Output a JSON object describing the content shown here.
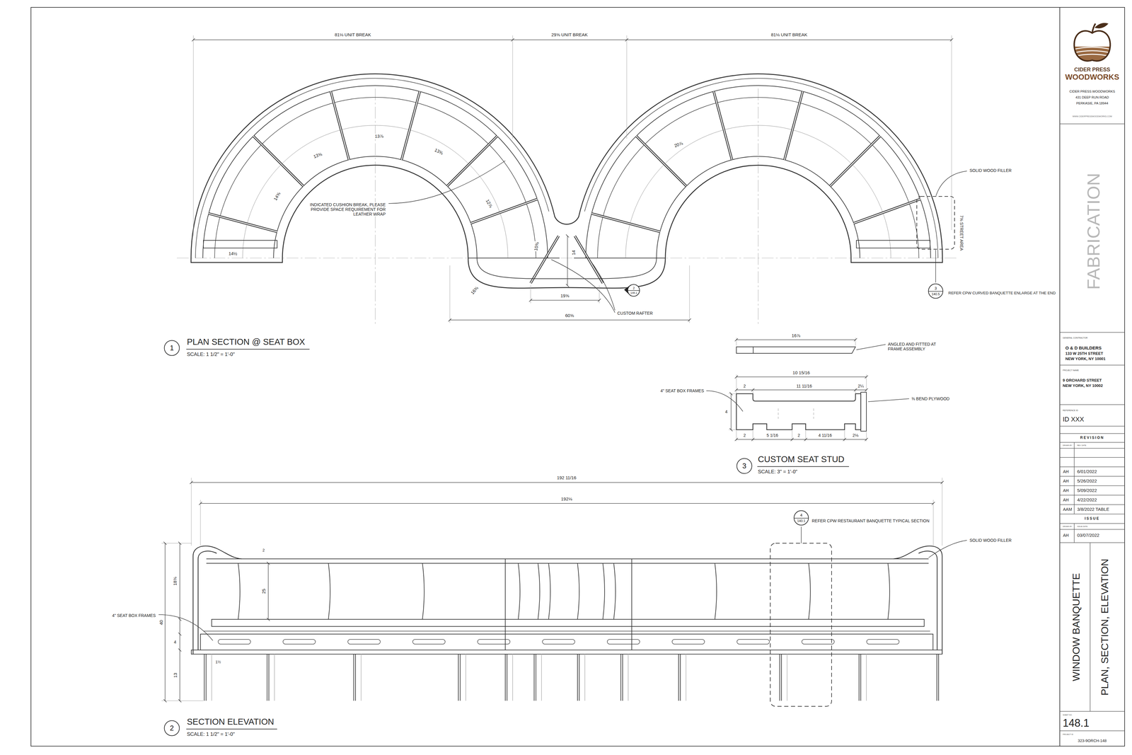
{
  "diagram": {
    "nodes": [
      {
        "text": [
          "3",
          "140.5"
        ]
      },
      {
        "text": [
          "2",
          "148.1"
        ]
      },
      {
        "text": [
          "1"
        ]
      },
      {
        "text": [
          "3"
        ]
      },
      {
        "text": [
          "4",
          "140.1"
        ]
      },
      {
        "text": [
          "2"
        ]
      }
    ],
    "labels": [
      "81⅛ UNIT BREAK",
      "29⅝ UNIT BREAK",
      "81⅛ UNIT BREAK",
      "13⅞",
      "13⅝",
      "13⅜",
      "14⅝",
      "14½",
      "12⅞",
      "16⅜",
      "10⅜",
      "14",
      "19⅝",
      "60⅝",
      "20⅞",
      "7⅝ STREET AREA",
      "INDICATED CUSHION BREAK, PLEASE PROVIDE SPACE REQUIREMENT FOR LEATHER WRAP",
      "CUSTOM RAFTER",
      "SOLID WOOD FILLER",
      "REFER CPW CURVED BANQUETTE ENLARGE AT THE END",
      "PLAN SECTION @ SEAT BOX",
      "SCALE: 1 1/2\" = 1'-0\"",
      "16⅞",
      "ANGLED AND FITTED AT FRAME ASSEMBLY",
      "10 15/16",
      "2",
      "11 11/16",
      "2¼",
      "4\" SEAT BOX FRAMES",
      "⅜ BEND PLYWOOD",
      "4",
      "2",
      "5 1/16",
      "2",
      "4 11/16",
      "2⅛",
      "CUSTOM SEAT STUD",
      "SCALE: 3\" = 1'-0\"",
      "192 11/16",
      "192⅛",
      "REFER CPW RESTAURANT BANQUETTE TYPICAL SECTION",
      "SOLID WOOD FILLER",
      "2",
      "18⅝",
      "40",
      "4",
      "13",
      "25",
      "1½",
      "4\" SEAT BOX FRAMES",
      "SECTION ELEVATION",
      "SCALE: 1 1/2\" = 1'-0\"",
      "CIDER PRESS",
      "WOODWORKS",
      "CIDER PRESS WOODWORKS",
      "431 DEEP RUN ROAD",
      "PERKASIE, PA 18944",
      "WWW.CIDERPRESSWOODWORKS.COM",
      "FABRICATION",
      "GENERAL CONTRACTOR",
      "O & D BUILDERS",
      "133 W 25TH STREET",
      "NEW YORK, NY 10001",
      "PROJECT NAME",
      "9 ORCHARD STREET",
      "NEW YORK, NY 10002",
      "REFERENCE ID",
      "ID XXX",
      "REVISION",
      "DRAWN BY",
      "REV. DATE",
      "AH",
      "6/01/2022",
      "AH",
      "5/26/2022",
      "AH",
      "5/09/2022",
      "AH",
      "4/22/2022",
      "AAM",
      "3/8/2022 TABLE",
      "ISSUE",
      "DRAWN BY",
      "ISSUE DATE",
      "AH",
      "03/07/2022",
      "WINDOW BANQUETTE",
      "PLAN, SECTION, ELEVATION",
      "SHEET NO.",
      "148.1",
      "PROJECT ID",
      "323-9ORCH-148"
    ]
  }
}
